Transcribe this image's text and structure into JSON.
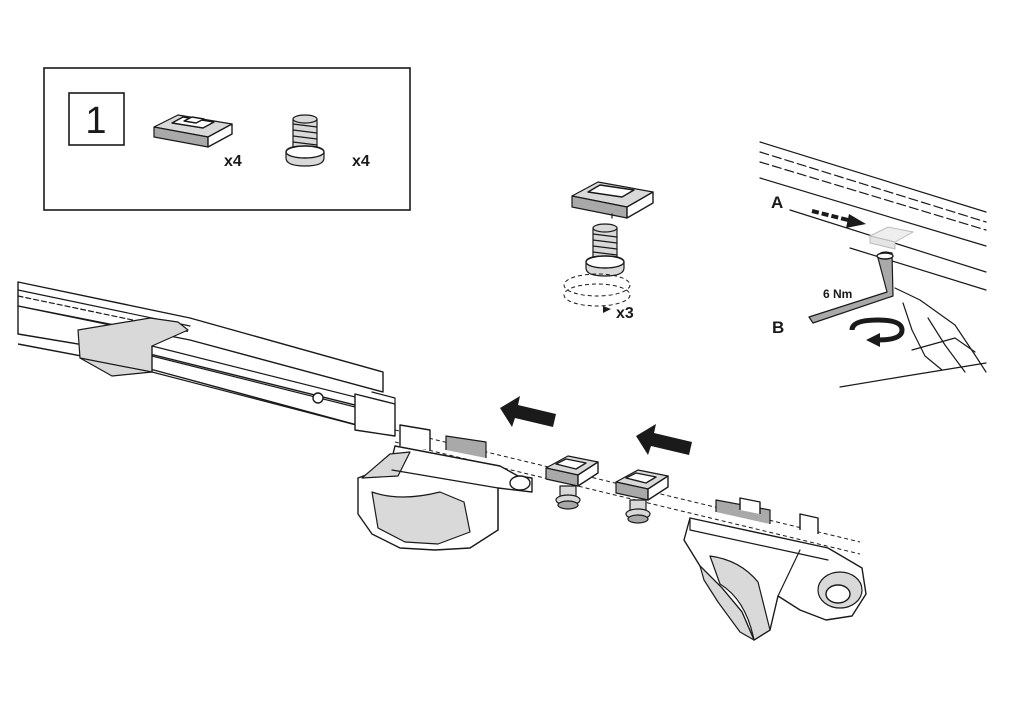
{
  "step_number": "1",
  "parts": {
    "slot_nut_qty": "x4",
    "bolt_qty": "x4"
  },
  "assembly": {
    "rotation_qty": "x3"
  },
  "detail": {
    "label_a": "A",
    "label_b": "B",
    "torque": "6 Nm"
  },
  "colors": {
    "line": "#1a1a1a",
    "part_fill": "#d9d9d9",
    "part_shadow": "#a9a9a9"
  }
}
